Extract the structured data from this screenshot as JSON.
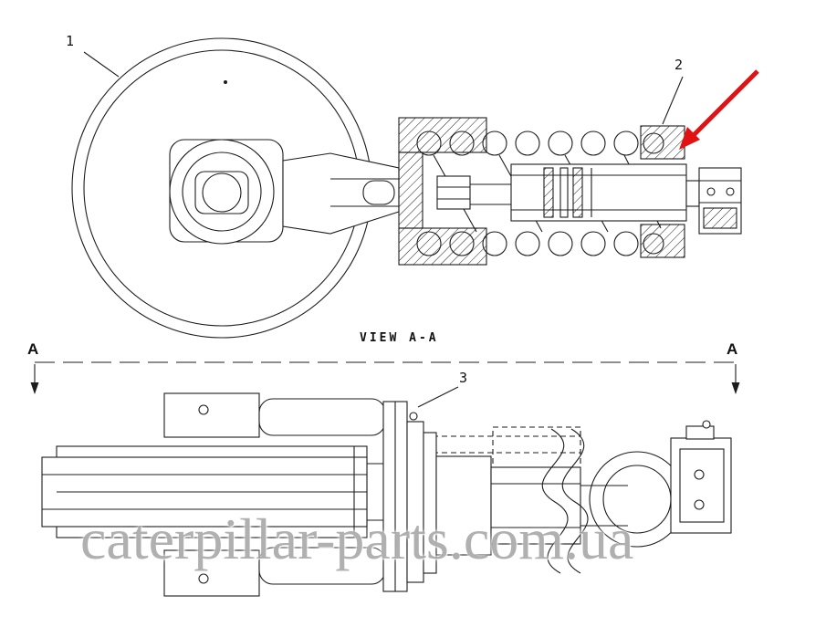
{
  "diagram": {
    "callouts": {
      "part1": "1",
      "part2": "2",
      "part3": "3"
    },
    "section": {
      "view_label": "VIEW A-A",
      "marker_left": "A",
      "marker_right": "A"
    },
    "watermark": "caterpillar-parts.com.ua",
    "colors": {
      "line": "#1c1c1c",
      "arrow": "#e01212",
      "watermark": "#808080",
      "background": "#ffffff"
    }
  }
}
